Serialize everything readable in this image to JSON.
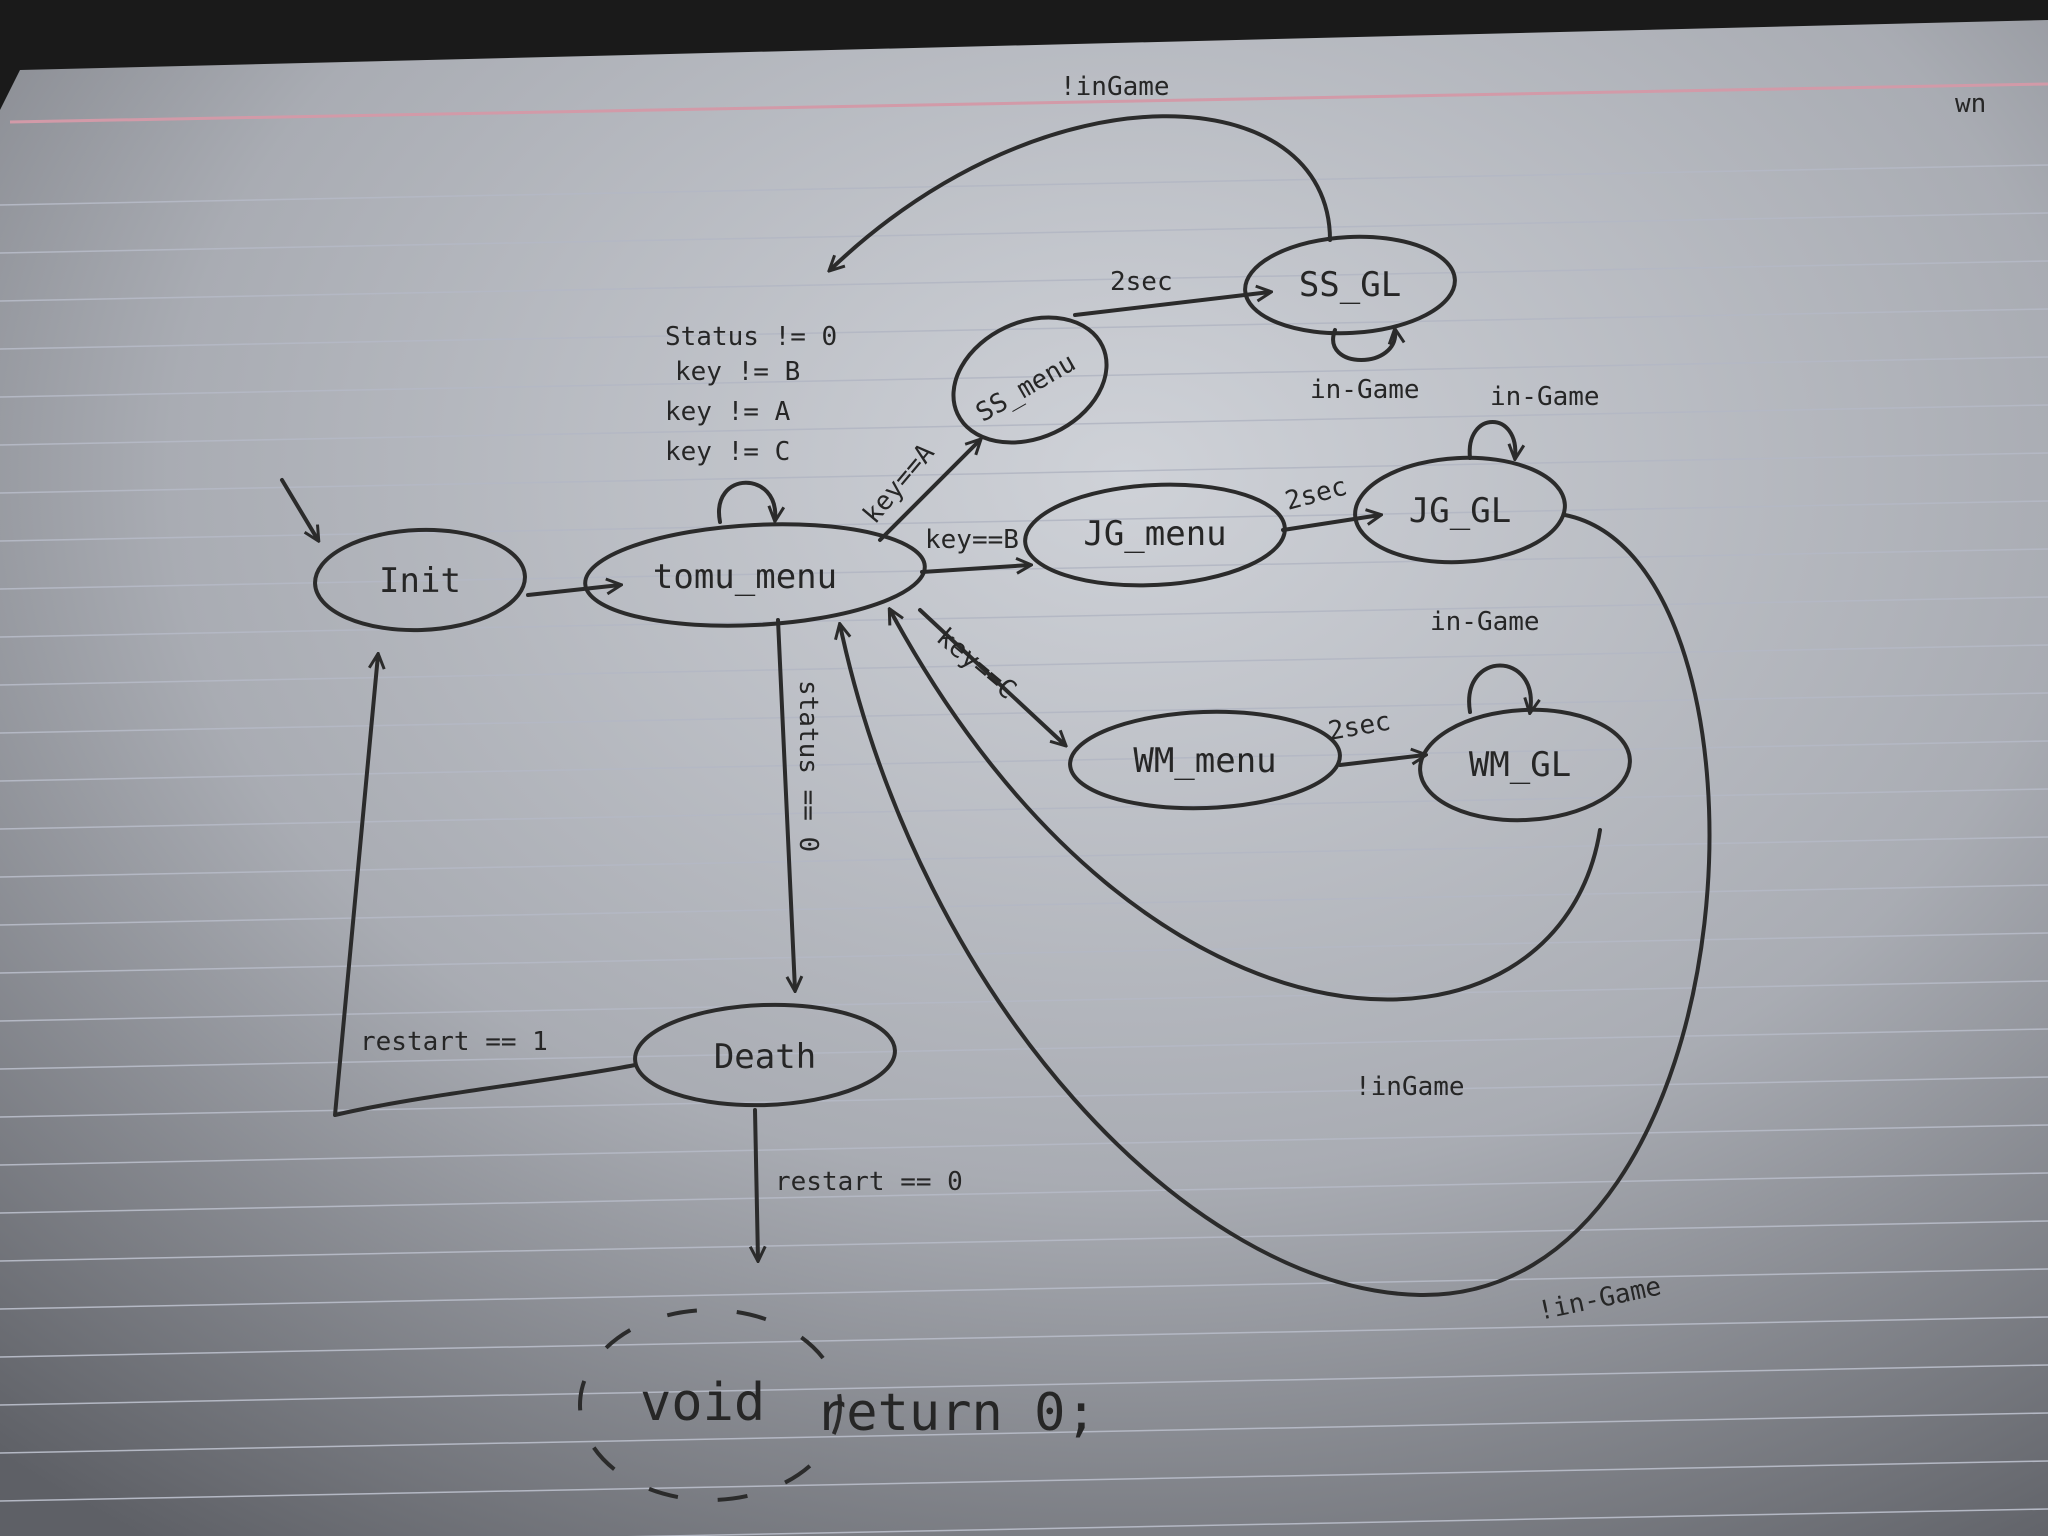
{
  "states": {
    "init": "Init",
    "tomu_menu": "tomu_menu",
    "ss_menu": "SS_menu",
    "jg_menu": "JG_menu",
    "wm_menu": "WM_menu",
    "ss_gl": "SS_GL",
    "jg_gl": "JG_GL",
    "wm_gl": "WM_GL",
    "death": "Death"
  },
  "transitions": {
    "tomu_self": [
      "Status != 0",
      "key != B",
      "key != A",
      "key != C"
    ],
    "to_ss_menu": "key==A",
    "to_jg_menu": "key==B",
    "to_wm_menu": "key==C",
    "ss_timer": "2sec",
    "jg_timer": "2sec",
    "wm_timer": "2sec",
    "ss_gl_self": "in-Game",
    "jg_gl_self": "in-Game",
    "wm_gl_self": "in-Game",
    "ss_exit": "!inGame",
    "wm_exit": "!inGame",
    "jg_exit": "!in-Game",
    "to_death": "status == 0",
    "restart_yes": "restart == 1",
    "restart_no": "restart == 0"
  },
  "terminal": {
    "void_text": "void",
    "return_text": "return 0;"
  },
  "corner_mark": "wn"
}
